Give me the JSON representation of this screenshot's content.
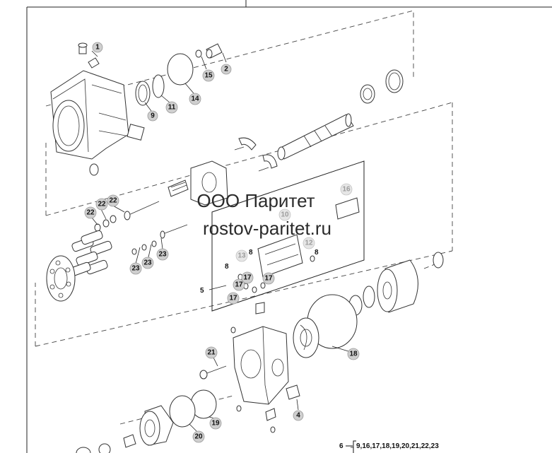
{
  "watermark": {
    "line1": "ООО Паритет",
    "line2": "rostov-paritet.ru"
  },
  "callouts": [
    {
      "id": "c1",
      "label": "1"
    },
    {
      "id": "c2",
      "label": "2"
    },
    {
      "id": "c15",
      "label": "15"
    },
    {
      "id": "c14",
      "label": "14"
    },
    {
      "id": "c11",
      "label": "11"
    },
    {
      "id": "c9",
      "label": "9"
    },
    {
      "id": "c16",
      "label": "16"
    },
    {
      "id": "c10",
      "label": "10"
    },
    {
      "id": "c13",
      "label": "13"
    },
    {
      "id": "c12",
      "label": "12"
    },
    {
      "id": "c22a",
      "label": "22"
    },
    {
      "id": "c22b",
      "label": "22"
    },
    {
      "id": "c22c",
      "label": "22"
    },
    {
      "id": "c23a",
      "label": "23"
    },
    {
      "id": "c23b",
      "label": "23"
    },
    {
      "id": "c23c",
      "label": "23"
    },
    {
      "id": "c17a",
      "label": "17"
    },
    {
      "id": "c17b",
      "label": "17"
    },
    {
      "id": "c17c",
      "label": "17"
    },
    {
      "id": "c17d",
      "label": "17"
    },
    {
      "id": "c18",
      "label": "18"
    },
    {
      "id": "c21",
      "label": "21"
    },
    {
      "id": "c4",
      "label": "4"
    },
    {
      "id": "c19",
      "label": "19"
    },
    {
      "id": "c20",
      "label": "20"
    }
  ],
  "plain_labels": [
    {
      "id": "l8a",
      "label": "8"
    },
    {
      "id": "l8b",
      "label": "8"
    },
    {
      "id": "l8c",
      "label": "8"
    },
    {
      "id": "l5",
      "label": "5"
    }
  ],
  "kit": {
    "number": "6",
    "contents": "9,16,17,18,19,20,21,22,23"
  }
}
